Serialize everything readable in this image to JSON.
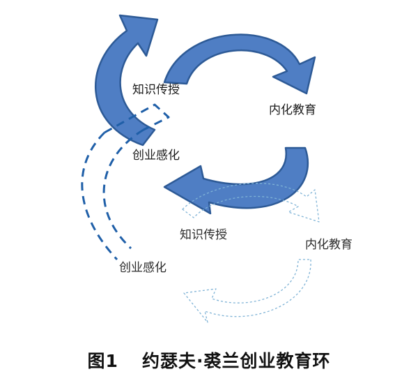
{
  "diagram": {
    "cycle_main": {
      "knowledge_transfer": "知识传授",
      "internalization": "内化教育",
      "entrepreneurial_inspiration": "创业感化"
    },
    "cycle_next": {
      "knowledge_transfer": "知识传授",
      "internalization": "内化教育",
      "entrepreneurial_inspiration": "创业感化"
    },
    "colors": {
      "arrow_fill": "#4f7ec4",
      "arrow_stroke": "#2d5a96",
      "dashed_strong": "#1f5fa8",
      "dashed_light": "#7fb3d6"
    }
  },
  "caption": {
    "figure_number": "图1",
    "title": "约瑟夫·裘兰创业教育环"
  }
}
